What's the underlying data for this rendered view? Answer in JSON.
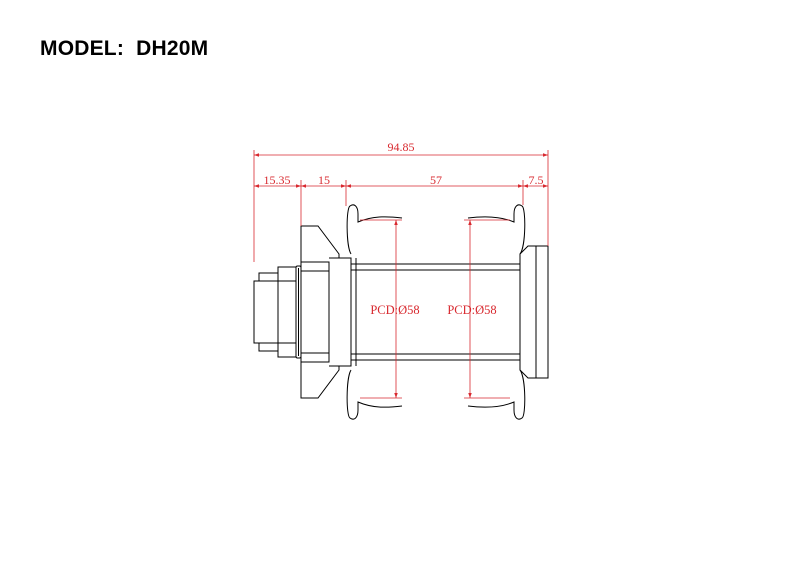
{
  "header": {
    "model_label": "MODEL:",
    "model_value": "DH20M"
  },
  "dimensions": {
    "overall": "94.85",
    "segment_1": "15.35",
    "segment_2": "15",
    "segment_3": "57",
    "segment_4": "7.5"
  },
  "pcd": {
    "left": "PCD:Ø58",
    "right": "PCD:Ø58"
  },
  "colors": {
    "dimension": "#d8292f",
    "outline": "#000000"
  }
}
